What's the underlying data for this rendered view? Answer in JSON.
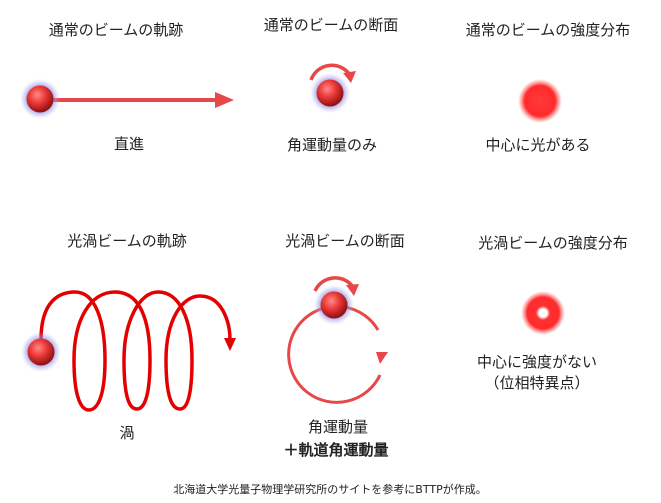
{
  "row1": {
    "trajectory": {
      "title": "通常のビームの軌跡",
      "label": "直進"
    },
    "cross_section": {
      "title": "通常のビームの断面",
      "label": "角運動量のみ"
    },
    "intensity": {
      "title": "通常のビームの強度分布",
      "label": "中心に光がある"
    }
  },
  "row2": {
    "trajectory": {
      "title": "光渦ビームの軌跡",
      "label": "渦"
    },
    "cross_section": {
      "title": "光渦ビームの断面",
      "label_line1": "角運動量",
      "label_line2": "＋軌道角運動量"
    },
    "intensity": {
      "title": "光渦ビームの強度分布",
      "label_line1": "中心に強度がない",
      "label_line2": "（位相特異点）"
    }
  },
  "caption": "北海道大学光量子物理学研究所のサイトを参考にBTTPが作成。",
  "colors": {
    "beam_red": "#e8332f",
    "arrow_red": "#e8474a",
    "spiral_red": "#e40000",
    "glow": "#8a86e0"
  }
}
